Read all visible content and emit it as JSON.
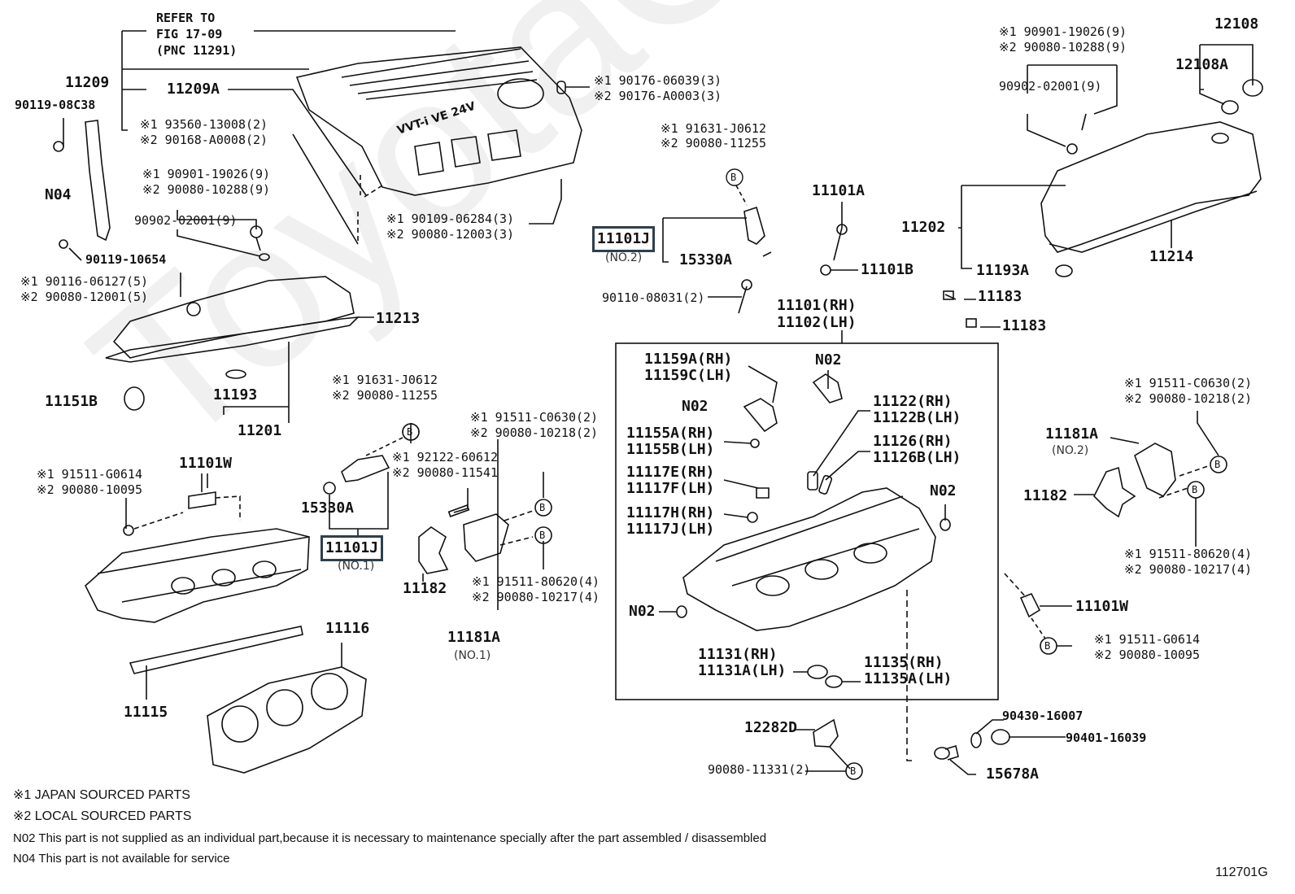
{
  "diagram": {
    "figure_code": "112701G",
    "watermark": "ToyotaCanada",
    "reference_note": [
      "REFER TO",
      "FIG 17-09",
      "(PNC 11291)"
    ],
    "labels": {
      "p11209": "11209",
      "p11209A": "11209A",
      "p90119_08C38": "90119-08C38",
      "cover_nut_1": "※1 93560-13008(2)",
      "cover_nut_2": "※2 90168-A0008(2)",
      "N04": "N04",
      "plug_tube_1": "※1 90901-19026(9)",
      "plug_tube_2": "※2 90080-10288(9)",
      "p90902_02001": "90902-02001(9)",
      "p90119_10654": "90119-10654",
      "stud_1": "※1 90116-06127(5)",
      "stud_2": "※2 90080-12001(5)",
      "p11213": "11213",
      "p11151B": "11151B",
      "p11193": "11193",
      "p11201": "11201",
      "grommet_1": "※1 90176-06039(3)",
      "grommet_2": "※2 90176-A0003(3)",
      "stud2_1": "※1 90109-06284(3)",
      "stud2_2": "※2 90080-12003(3)",
      "bolt_top_1": "※1 91631-J0612",
      "bolt_top_2": "※2 90080-11255",
      "p11101J_no2": "11101J",
      "no2_sub": "(NO.2)",
      "p15330A_top": "15330A",
      "p90110_08031": "90110-08031(2)",
      "p11101A": "11101A",
      "p11101B": "11101B",
      "p11101_rh": "11101(RH)",
      "p11102_lh": "11102(LH)",
      "rplug_1": "※1 90901-19026(9)",
      "rplug_2": "※2 90080-10288(9)",
      "r90902": "90902-02001(9)",
      "p12108": "12108",
      "p12108A": "12108A",
      "p11202": "11202",
      "p11193A": "11193A",
      "p11214": "11214",
      "p11183_a": "11183",
      "p11183_b": "11183",
      "bolt_mid_1": "※1 91631-J0612",
      "bolt_mid_2": "※2 90080-11255",
      "stud3_1": "※1 92122-60612",
      "stud3_2": "※2 90080-11541",
      "bracket_bolt_1": "※1 91511-C0630(2)",
      "bracket_bolt_2": "※2 90080-10218(2)",
      "p15330A_mid": "15330A",
      "p11101J_no1": "11101J",
      "no1_sub": "(NO.1)",
      "sensor_bolt_1": "※1 91511-G0614",
      "sensor_bolt_2": "※2 90080-10095",
      "p11101W_left": "11101W",
      "p11182_left": "11182",
      "lbracket_bolt_1": "※1 91511-80620(4)",
      "lbracket_bolt_2": "※2 90080-10217(4)",
      "p11181A_no1": "11181A",
      "no1_sub_b": "(NO.1)",
      "p11116": "11116",
      "p11115": "11115",
      "p11159A": "11159A(RH)",
      "p11159C": "11159C(LH)",
      "N02_a": "N02",
      "N02_b": "N02",
      "p11122": "11122(RH)",
      "p11122B": "11122B(LH)",
      "p11155A": "11155A(RH)",
      "p11155B": "11155B(LH)",
      "p11126": "11126(RH)",
      "p11126B": "11126B(LH)",
      "p11117E": "11117E(RH)",
      "p11117F": "11117F(LH)",
      "N02_c": "N02",
      "p11117H": "11117H(RH)",
      "p11117J": "11117J(LH)",
      "N02_d": "N02",
      "p11131": "11131(RH)",
      "p11131A": "11131A(LH)",
      "p11135": "11135(RH)",
      "p11135A": "11135A(LH)",
      "rbracket_bolt_1": "※1 91511-C0630(2)",
      "rbracket_bolt_2": "※2 90080-10218(2)",
      "p11181A_no2": "11181A",
      "no2_sub_b": "(NO.2)",
      "p11182_right": "11182",
      "rbracket2_bolt_1": "※1 91511-80620(4)",
      "rbracket2_bolt_2": "※2 90080-10217(4)",
      "p11101W_right": "11101W",
      "rsensor_bolt_1": "※1 91511-G0614",
      "rsensor_bolt_2": "※2 90080-10095",
      "p12282D": "12282D",
      "p90080_11331": "90080-11331(2)",
      "p90430_16007": "90430-16007",
      "p90401_16039": "90401-16039",
      "p15678A": "15678A",
      "callout_B": "B"
    },
    "legend": [
      "※1 JAPAN SOURCED PARTS",
      "※2 LOCAL SOURCED PARTS",
      "N02 This part is not supplied as an individual part,because it is necessary to maintenance specially after the part assembled / disassembled",
      "N04 This part is not available for service"
    ],
    "highlighted_parts": [
      "11101J (NO.2)",
      "11101J (NO.1)"
    ],
    "highlight_color": "#2f3f4c"
  }
}
